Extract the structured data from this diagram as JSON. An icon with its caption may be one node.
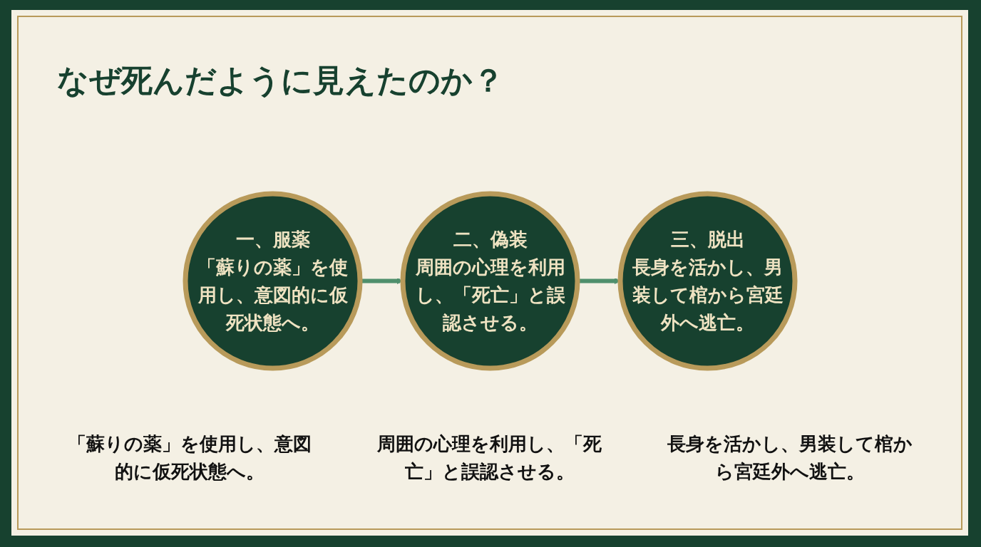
{
  "diagram": {
    "title": "なぜ死んだように見えたのか？",
    "nodes": [
      {
        "text": [
          "一、服薬",
          "「蘇りの薬」を使用し、意図的に仮死状態へ。"
        ],
        "beside": [
          "「蘇りの薬」を使用し、意図的に仮死状態へ。"
        ]
      },
      {
        "text": [
          "二、偽装",
          "周囲の心理を利用し、「死亡」と誤認させる。"
        ],
        "beside": [
          "周囲の心理を利用し、「死亡」と誤認させる。"
        ]
      },
      {
        "text": [
          "三、脱出",
          "長身を活かし、男装して棺から宮廷外へ逃亡。"
        ],
        "beside": [
          "長身を活かし、男装して棺から宮廷外へ逃亡。"
        ]
      }
    ],
    "edges": [
      {
        "from": 0,
        "to": 1,
        "arrow": "to"
      },
      {
        "from": 1,
        "to": 2,
        "arrow": "to"
      }
    ]
  }
}
